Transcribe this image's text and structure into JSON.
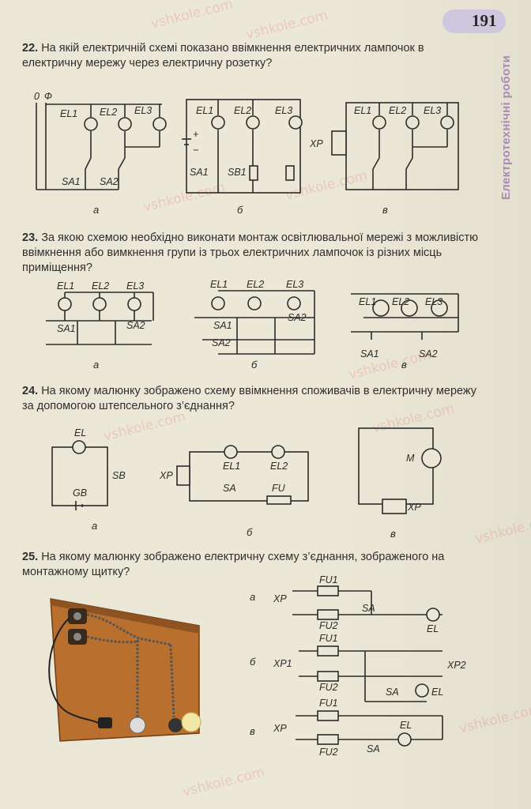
{
  "page_number": "191",
  "side_tab": "Електротехнічні роботи",
  "watermark": "vshkole.com",
  "questions": [
    {
      "num": "22.",
      "text": "На якій електричній схемі показано ввімкнення електричних лампочок в електричну мережу через електричну розетку?",
      "captions": [
        "а",
        "б",
        "в"
      ],
      "labels": {
        "zero": "0",
        "phase": "Ф",
        "el1": "EL1",
        "el2": "EL2",
        "el3": "EL3",
        "sa1": "SA1",
        "sa2": "SA2",
        "sb1": "SB1",
        "xp": "XP",
        "plus": "+",
        "minus": "−"
      }
    },
    {
      "num": "23.",
      "text": "За якою схемою необхідно виконати монтаж освітлювальної мережі з можливістю ввімкнення або вимкнення групи із трьох електричних лампочок із різних місць приміщення?",
      "captions": [
        "а",
        "б",
        "в"
      ],
      "labels": {
        "el1": "EL1",
        "el2": "EL2",
        "el3": "EL3",
        "sa1": "SA1",
        "sa2": "SA2"
      }
    },
    {
      "num": "24.",
      "text": "На якому малюнку зображено схему ввімкнення споживачів в електричну мережу за допомогою штепсельного з’єднання?",
      "captions": [
        "а",
        "б",
        "в"
      ],
      "labels": {
        "el": "EL",
        "sb": "SB",
        "gb": "GB",
        "xp": "XP",
        "el1": "EL1",
        "el2": "EL2",
        "sa": "SA",
        "fu": "FU",
        "m": "M"
      }
    },
    {
      "num": "25.",
      "text": "На якому малюнку зображено електричну схему з’єднання, зображеного на монтажному щитку?",
      "captions": [
        "а",
        "б",
        "в"
      ],
      "labels": {
        "xp": "XP",
        "xp1": "XP1",
        "xp2": "XP2",
        "fu1": "FU1",
        "fu2": "FU2",
        "sa": "SA",
        "el": "EL"
      }
    }
  ],
  "colors": {
    "paper": "#ebe7d6",
    "ink": "#2b2b2b",
    "tab": "#a98bb8",
    "badge": "#cfc7de",
    "board": "#b9702e"
  }
}
